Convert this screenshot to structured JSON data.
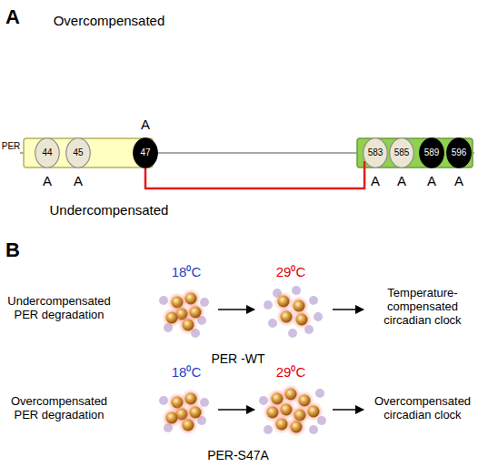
{
  "diagram": {
    "nodes": [
      {
        "text": [
          "44"
        ]
      },
      {
        "text": [
          "45"
        ]
      },
      {
        "text": [
          "47"
        ]
      },
      {
        "text": [
          "583"
        ]
      },
      {
        "text": [
          "585"
        ]
      },
      {
        "text": [
          "589"
        ]
      },
      {
        "text": [
          "596"
        ]
      }
    ],
    "edges": [
      {
        "from": 3,
        "to": 2,
        "arrow": "none"
      }
    ],
    "labels": [
      "A",
      "Overcompensated",
      "A",
      "PER",
      "A",
      "A",
      "A",
      "A",
      "A",
      "A",
      "Undercompensated",
      "B",
      "18⁰C",
      "29⁰C",
      "Undercompensated PER degradation",
      "Temperature-compensated circadian clock",
      "PER -WT",
      "18⁰C",
      "29⁰C",
      "Overcompensated PER degradation",
      "Overcompensated circadian clock",
      "PER-S47A"
    ]
  }
}
